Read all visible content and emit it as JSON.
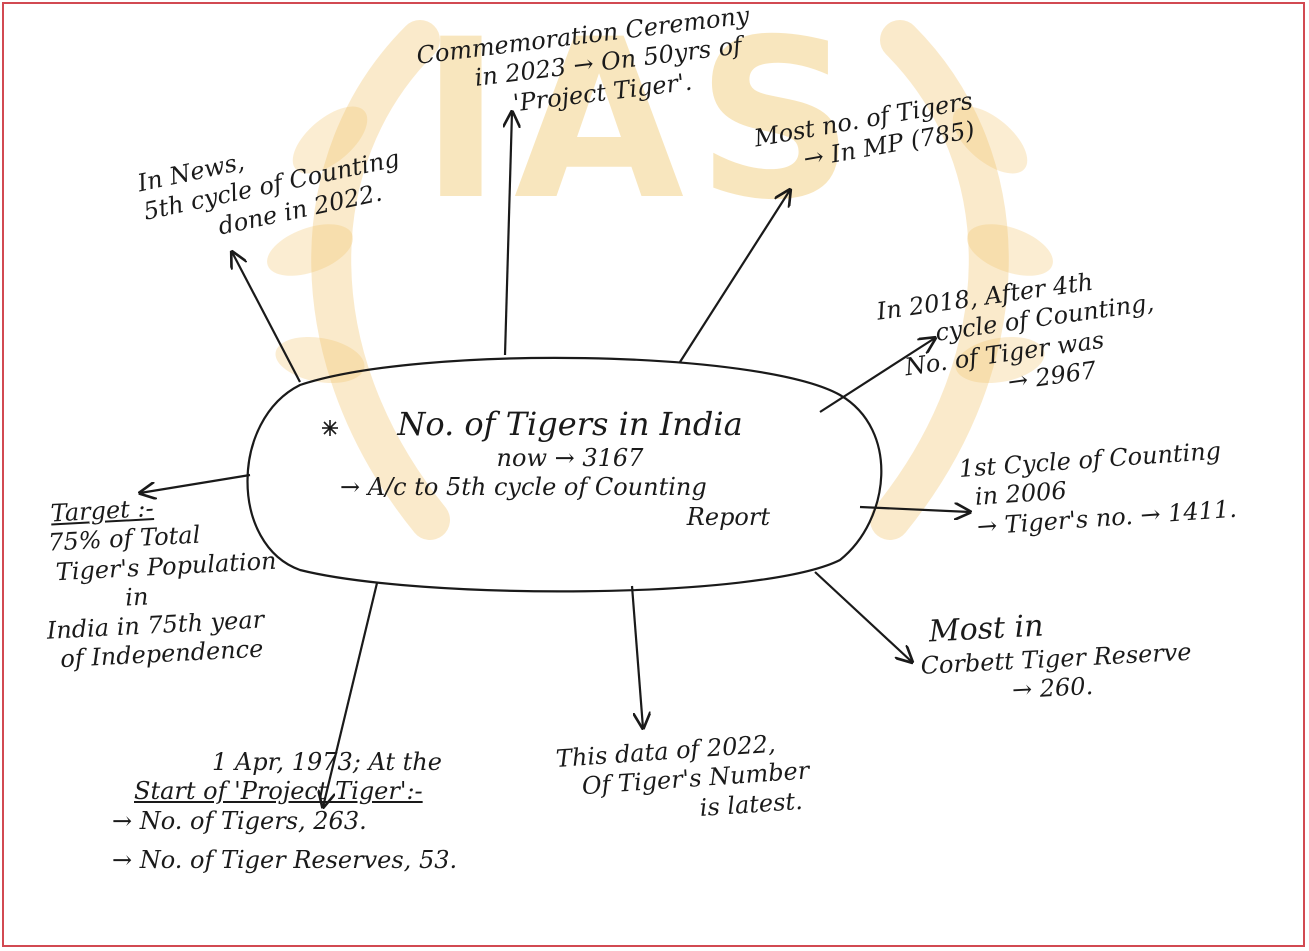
{
  "watermark": {
    "text": "IAS",
    "color": "#f4d38a"
  },
  "border_color": "#d24a52",
  "center": {
    "title": "No. of Tigers in India",
    "line2": "now → 3167",
    "line3": "→ A/c to 5th cycle of Counting",
    "line4": "Report"
  },
  "notes": {
    "commemoration": [
      "Commemoration Ceremony",
      "in 2023 → On 50yrs of",
      "'Project Tiger'."
    ],
    "in_news": [
      "In News,",
      "5th cycle of Counting",
      "done in 2022."
    ],
    "most_mp": [
      "Most no. of Tigers",
      "→ In MP (785)"
    ],
    "in_2018": [
      "In 2018, After 4th",
      "cycle of Counting,",
      "No. of Tiger was",
      "→ 2967"
    ],
    "first_cycle": [
      "1st Cycle of Counting",
      "in 2006",
      "→ Tiger's no. → 1411."
    ],
    "corbett": [
      "Most in",
      "Corbett Tiger Reserve",
      "→ 260."
    ],
    "data_2022": [
      "This data of 2022,",
      "Of Tiger's Number",
      "is latest."
    ],
    "start_heading": "1 Apr, 1973; At the",
    "start_label": "Start of 'Project Tiger':-",
    "start_lines": [
      "→ No. of Tigers, 263.",
      "→ No. of Tiger Reserves, 53."
    ],
    "target_heading": "Target :-",
    "target_lines": [
      "75% of Total",
      "Tiger's Population",
      "in",
      "India in 75th year",
      "of Independence"
    ]
  }
}
